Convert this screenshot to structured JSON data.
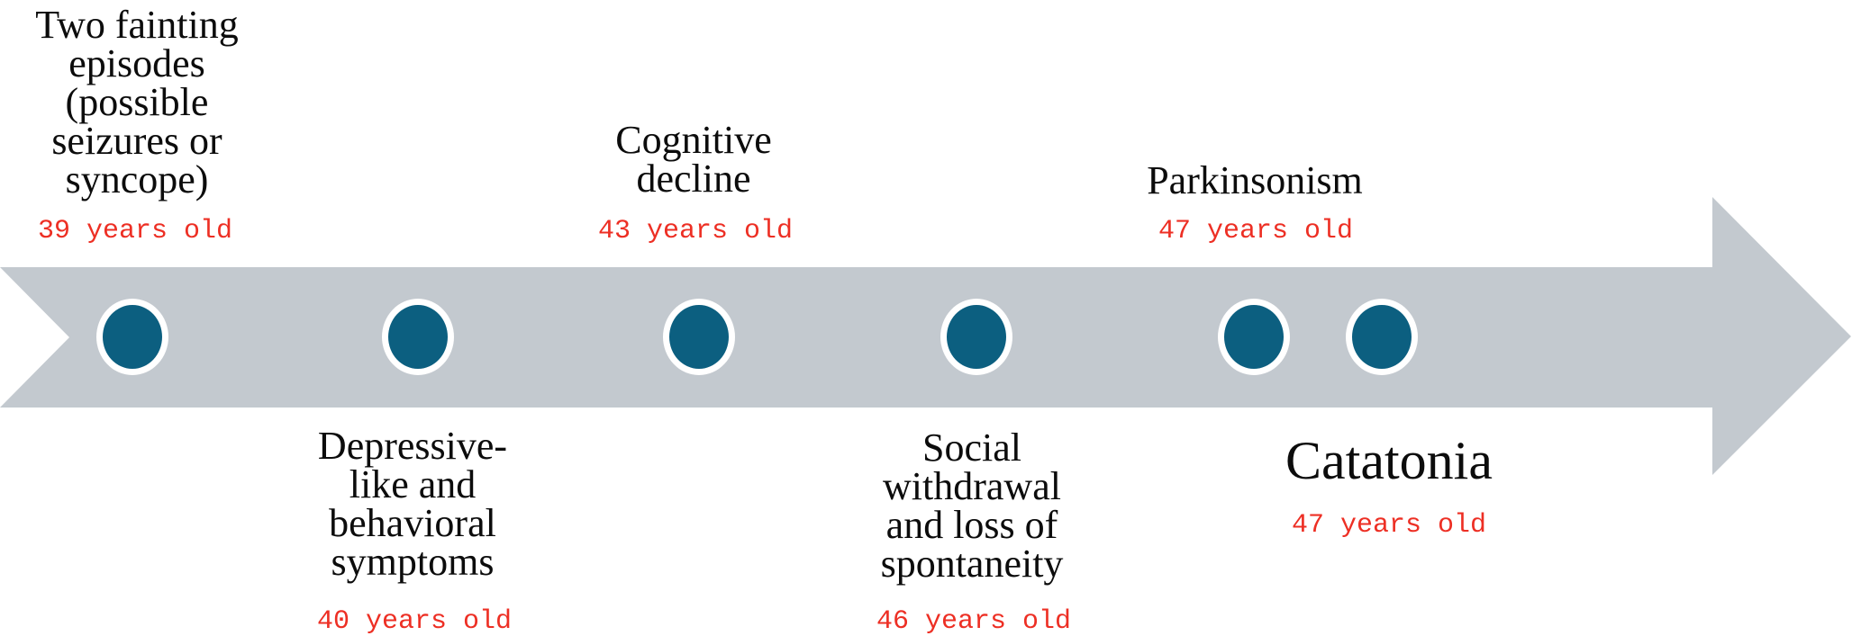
{
  "diagram": {
    "title": "",
    "type": "timeline",
    "direction": "left-to-right",
    "theme": {
      "background": "#ffffff",
      "arrow_gray": "#c3c9cf",
      "marker_teal": "#0c5f80",
      "marker_ring": "#ffffff",
      "age_red": "#ed2f24",
      "label_black": "#0c0c0c"
    },
    "events": [
      {
        "label": "Two fainting\nepisodes\n(possible\nseizures or\nsyncope)",
        "age": "39 years old",
        "label_position": "above"
      },
      {
        "label": "Depressive-\nlike and\nbehavioral\nsymptoms",
        "age": "40 years old",
        "label_position": "below"
      },
      {
        "label": "Cognitive\ndecline",
        "age": "43 years old",
        "label_position": "above"
      },
      {
        "label": "Social\nwithdrawal\nand loss of\nspontaneity",
        "age": "46 years old",
        "label_position": "below"
      },
      {
        "label": "Parkinsonism",
        "age": "47 years old",
        "label_position": "above"
      },
      {
        "label": "Catatonia",
        "age": "47 years old",
        "label_position": "below"
      }
    ]
  }
}
